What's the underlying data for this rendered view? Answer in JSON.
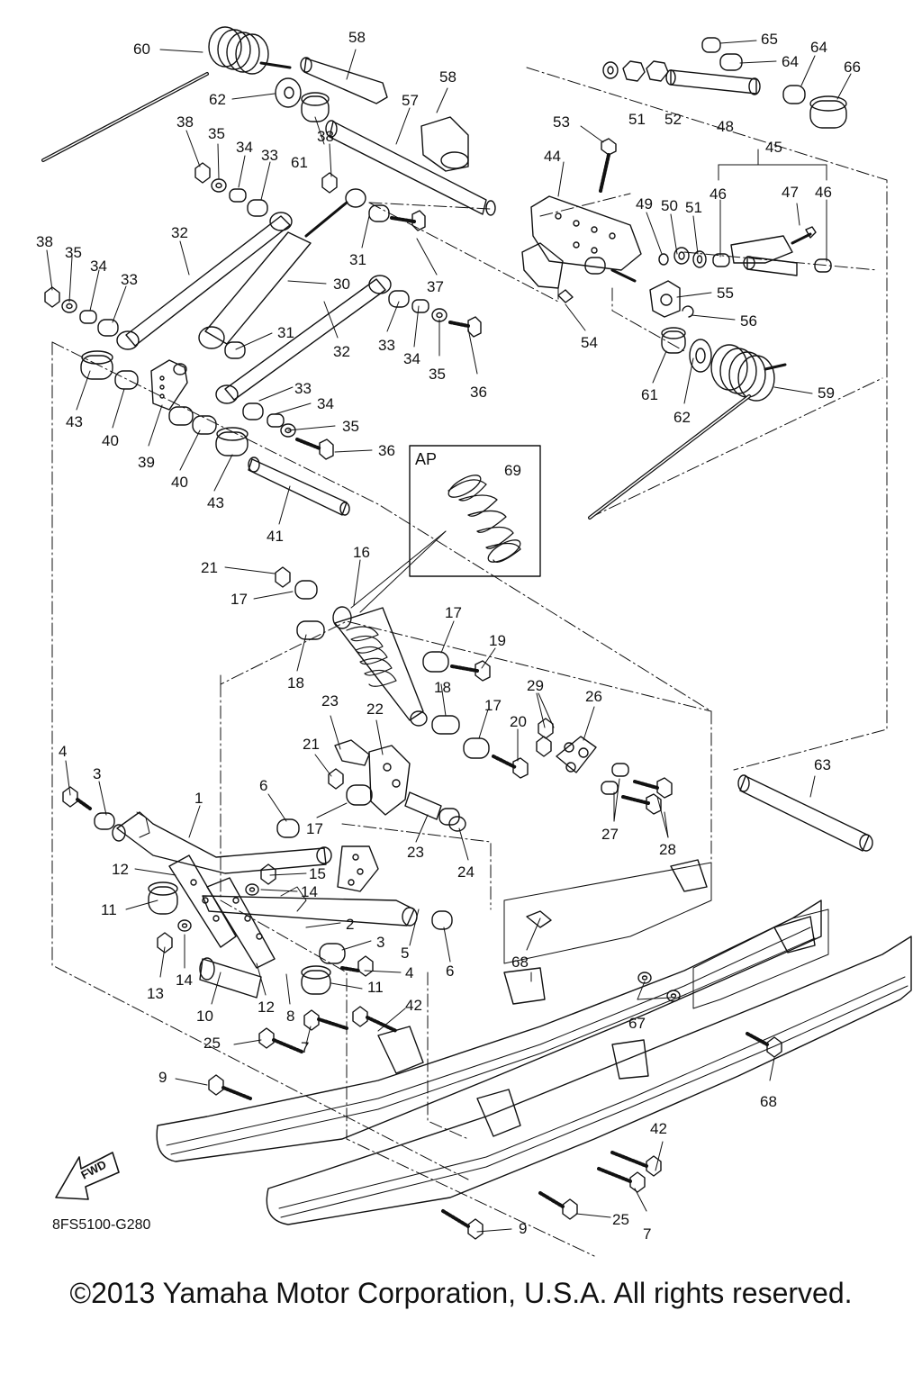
{
  "diagram": {
    "code": "8FS5100-G280",
    "fwd_label": "FWD",
    "inset_label": "AP",
    "copyright": "©2013 Yamaha Motor Corporation, U.S.A. All rights reserved."
  },
  "callouts": [
    "60",
    "58",
    "58",
    "57",
    "65",
    "64",
    "64",
    "66",
    "51",
    "52",
    "48",
    "62",
    "38",
    "35",
    "34",
    "33",
    "61",
    "38",
    "53",
    "44",
    "45",
    "47",
    "46",
    "46",
    "49",
    "50",
    "51",
    "38",
    "35",
    "34",
    "33",
    "32",
    "31",
    "37",
    "30",
    "55",
    "56",
    "54",
    "61",
    "62",
    "59",
    "31",
    "33",
    "34",
    "35",
    "36",
    "43",
    "40",
    "39",
    "40",
    "43",
    "33",
    "34",
    "35",
    "36",
    "41",
    "AP",
    "69",
    "21",
    "17",
    "16",
    "18",
    "17",
    "19",
    "18",
    "17",
    "20",
    "29",
    "26",
    "23",
    "22",
    "21",
    "17",
    "23",
    "24",
    "27",
    "28",
    "63",
    "4",
    "3",
    "1",
    "6",
    "12",
    "15",
    "14",
    "11",
    "2",
    "3",
    "4",
    "5",
    "6",
    "13",
    "14",
    "10",
    "12",
    "8",
    "11",
    "42",
    "68",
    "67",
    "68",
    "25",
    "7",
    "9",
    "42",
    "7",
    "25",
    "9"
  ],
  "labels": {
    "n60": "60",
    "n58a": "58",
    "n58b": "58",
    "n57": "57",
    "n65": "65",
    "n64a": "64",
    "n64b": "64",
    "n66": "66",
    "n51a": "51",
    "n52": "52",
    "n48": "48",
    "n62a": "62",
    "n38a": "38",
    "n35a": "35",
    "n34a": "34",
    "n33a": "33",
    "n61a": "61",
    "n38b": "38",
    "n53": "53",
    "n44": "44",
    "n45": "45",
    "n47": "47",
    "n46a": "46",
    "n46b": "46",
    "n49": "49",
    "n50": "50",
    "n51b": "51",
    "n38c": "38",
    "n35b": "35",
    "n34b": "34",
    "n33b": "33",
    "n32a": "32",
    "n31a": "31",
    "n37": "37",
    "n30": "30",
    "n55": "55",
    "n56": "56",
    "n54": "54",
    "n61b": "61",
    "n62b": "62",
    "n59": "59",
    "n31b": "31",
    "n33c": "33",
    "n34c": "34",
    "n35c": "35",
    "n36a": "36",
    "n32b": "32",
    "n43a": "43",
    "n40a": "40",
    "n39": "39",
    "n40b": "40",
    "n43b": "43",
    "n33d": "33",
    "n34d": "34",
    "n35d": "35",
    "n36b": "36",
    "n41": "41",
    "n69": "69",
    "n21a": "21",
    "n17a": "17",
    "n16": "16",
    "n18a": "18",
    "n17b": "17",
    "n19": "19",
    "n18b": "18",
    "n17c": "17",
    "n20": "20",
    "n29": "29",
    "n26": "26",
    "n23a": "23",
    "n22": "22",
    "n21b": "21",
    "n17d": "17",
    "n23b": "23",
    "n24": "24",
    "n27": "27",
    "n28": "28",
    "n63": "63",
    "n4a": "4",
    "n3a": "3",
    "n1": "1",
    "n6a": "6",
    "n12a": "12",
    "n15": "15",
    "n14a": "14",
    "n11a": "11",
    "n2": "2",
    "n3b": "3",
    "n4b": "4",
    "n5": "5",
    "n6b": "6",
    "n13": "13",
    "n14b": "14",
    "n10": "10",
    "n12b": "12",
    "n8": "8",
    "n11b": "11",
    "n42a": "42",
    "n68a": "68",
    "n67": "67",
    "n68b": "68",
    "n25a": "25",
    "n7a": "7",
    "n9a": "9",
    "n42b": "42",
    "n7b": "7",
    "n25b": "25",
    "n9b": "9"
  }
}
